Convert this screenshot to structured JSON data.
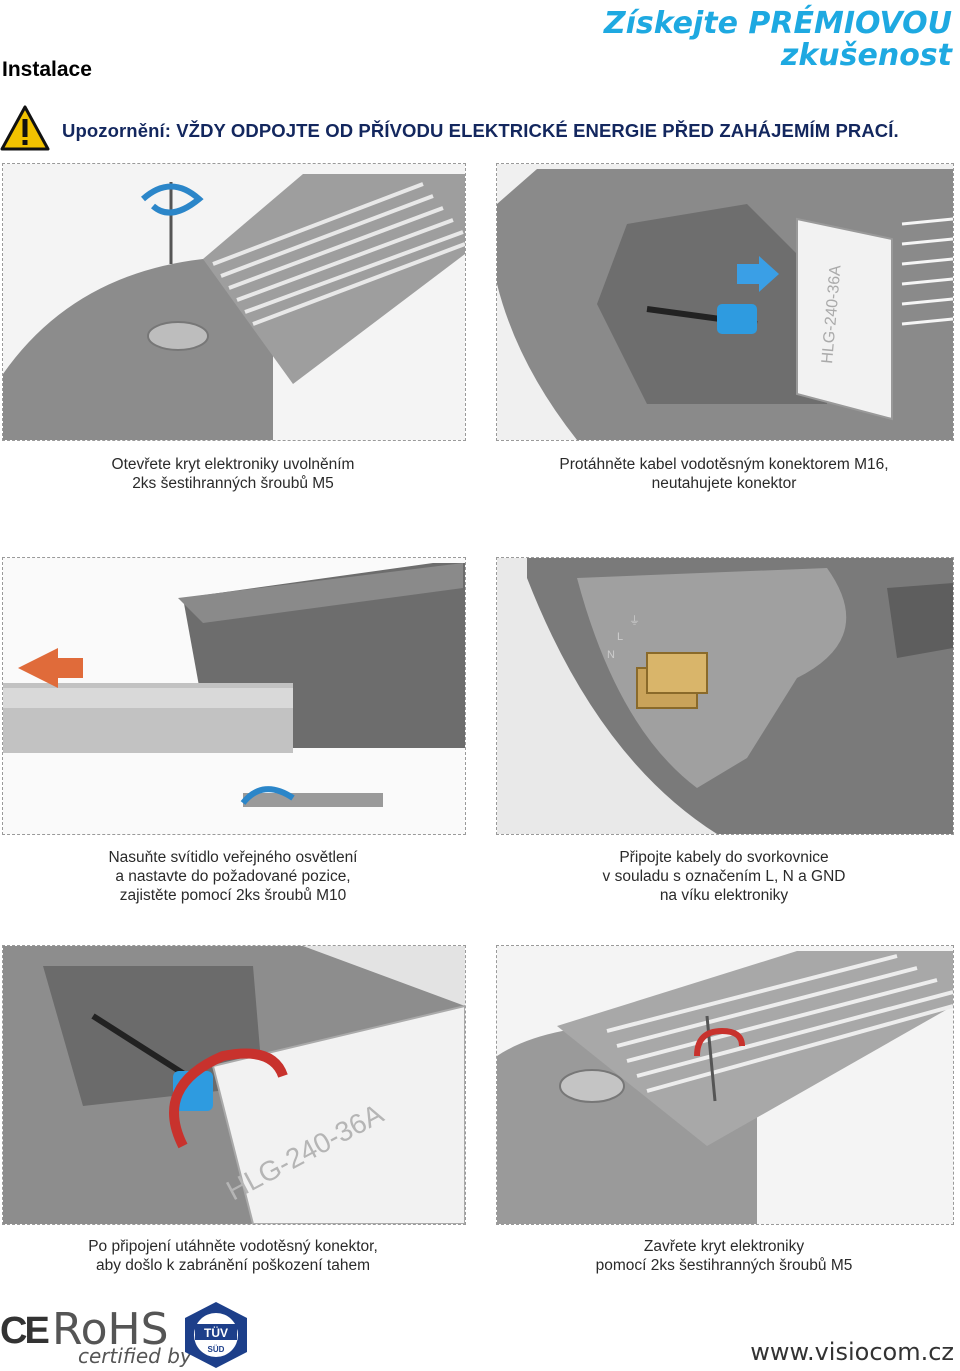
{
  "header": {
    "section_title": "Instalace",
    "promo_line1": "Získejte PRÉMIOVOU",
    "promo_line2": "zkušenost",
    "promo_color": "#1ea9e1"
  },
  "warning": {
    "icon": "warning-triangle-icon",
    "text": "Upozornění: VŽDY ODPOJTE OD PŘÍVODU ELEKTRICKÉ ENERGIE PŘED ZAHÁJEMÍM PRACÍ.",
    "text_color": "#13275e"
  },
  "steps": [
    {
      "caption_lines": [
        "Otevřete kryt elektroniky uvolněním",
        "2ks šestihranných šroubů M5"
      ]
    },
    {
      "caption_lines": [
        "Protáhněte kabel vodotěsným konektorem M16,",
        "neutahujete konektor"
      ]
    },
    {
      "caption_lines": [
        "Nasuňte svítidlo veřejného osvětlení",
        "a nastavte do požadované pozice,",
        "zajistěte pomocí 2ks šroubů M10"
      ]
    },
    {
      "caption_lines": [
        "Připojte kabely do svorkovnice",
        "v souladu s označením L, N a GND",
        "na víku elektroniky"
      ]
    },
    {
      "caption_lines": [
        "Po připojení utáhněte vodotěsný konektor,",
        "aby došlo k zabránění poškození tahem"
      ]
    },
    {
      "caption_lines": [
        "Zavřete kryt elektroniky",
        "pomocí 2ks šestihranných šroubů M5"
      ]
    }
  ],
  "illustration_labels": {
    "driver_label": "HLG-240-36A",
    "terminal_marks": [
      "N",
      "L",
      "⏚"
    ]
  },
  "footer": {
    "ce_mark": "CE",
    "rohs": "RoHS",
    "certified_by": "certified by",
    "tuv_top": "TÜV",
    "tuv_bottom": "SÜD",
    "website": "www.visiocom.cz"
  }
}
